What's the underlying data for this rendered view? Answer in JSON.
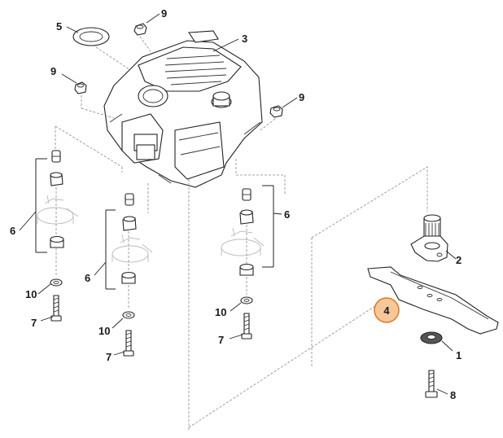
{
  "parts": [
    {
      "id": "p1",
      "number": "1"
    },
    {
      "id": "p2",
      "number": "2"
    },
    {
      "id": "p3",
      "number": "3"
    },
    {
      "id": "p4",
      "number": "4",
      "highlighted": true
    },
    {
      "id": "p5",
      "number": "5"
    },
    {
      "id": "p6a",
      "number": "6"
    },
    {
      "id": "p6b",
      "number": "6"
    },
    {
      "id": "p6c",
      "number": "6"
    },
    {
      "id": "p7a",
      "number": "7"
    },
    {
      "id": "p7b",
      "number": "7"
    },
    {
      "id": "p7c",
      "number": "7"
    },
    {
      "id": "p8",
      "number": "8"
    },
    {
      "id": "p9a",
      "number": "9"
    },
    {
      "id": "p9b",
      "number": "9"
    },
    {
      "id": "p9c",
      "number": "9"
    },
    {
      "id": "p10a",
      "number": "10"
    },
    {
      "id": "p10b",
      "number": "10"
    },
    {
      "id": "p10c",
      "number": "10"
    }
  ],
  "colors": {
    "highlight_fill": "#f5c89a",
    "highlight_stroke": "#e07a28",
    "line": "#222222"
  }
}
